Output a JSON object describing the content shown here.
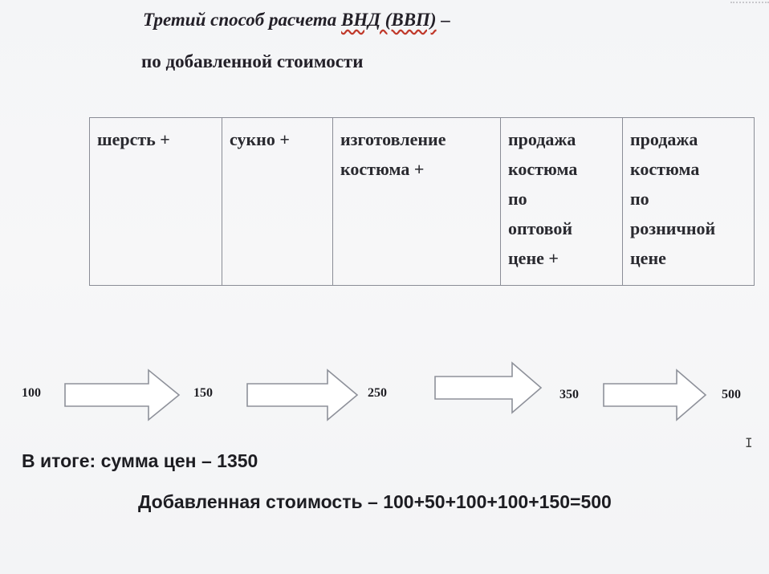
{
  "title": {
    "prefix": "Третий способ расчета ",
    "abbr": "ВНД (ВВП)",
    "suffix": " –",
    "line2": "по добавленной стоимости"
  },
  "stages": [
    {
      "lines": [
        "шерсть  +"
      ]
    },
    {
      "lines": [
        "сукно  +"
      ]
    },
    {
      "lines": [
        "изготовление",
        "костюма +"
      ]
    },
    {
      "lines": [
        "продажа",
        "костюма",
        "по",
        "оптовой",
        "цене +"
      ]
    },
    {
      "lines": [
        "продажа",
        "костюма",
        "по",
        "розничной",
        "цене"
      ]
    }
  ],
  "flow": {
    "values": [
      "100",
      "150",
      "250",
      "350",
      "500"
    ]
  },
  "summary": {
    "total": "В итоге: сумма цен – 1350",
    "added_value": "Добавленная стоимость – 100+50+100+100+150=500"
  },
  "cursor_glyph": "I",
  "colors": {
    "text": "#1a1a1e",
    "table_border": "#8a8d96",
    "arrow_stroke": "#8e919a",
    "spell_underline": "#c0392b"
  }
}
